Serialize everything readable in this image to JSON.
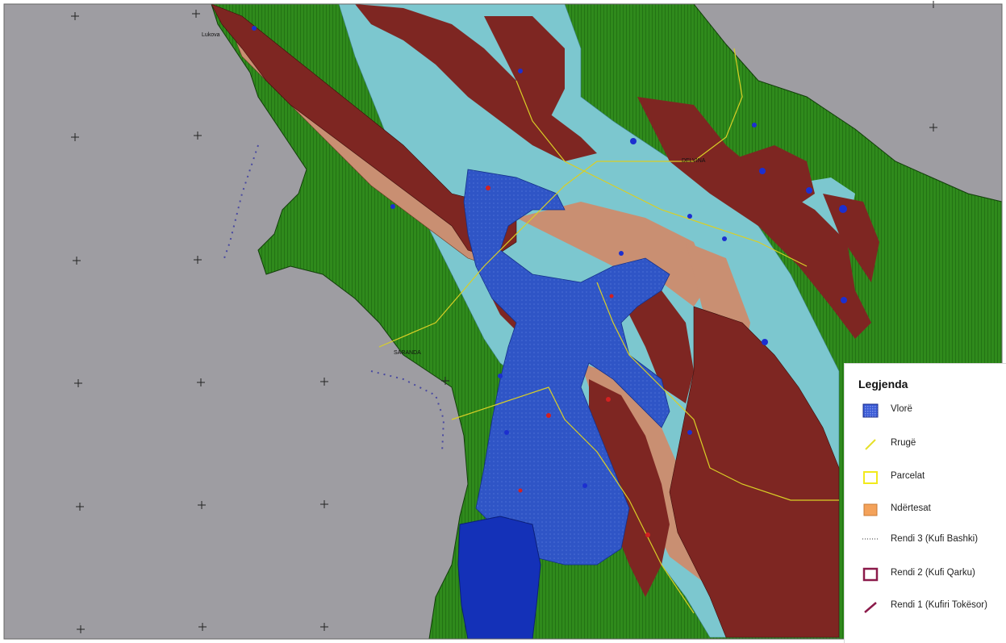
{
  "map": {
    "place_labels": {
      "lukova": "Lukova",
      "delvina": "DELVINA",
      "sarandë": "SARANDA"
    }
  },
  "legend": {
    "title": "Legjenda",
    "items": [
      {
        "id": "vlore",
        "label": "Vlorë",
        "color": "#3a5bd6",
        "icon": "hatched-blue-square"
      },
      {
        "id": "rruge",
        "label": "Rrugë",
        "color": "#e6e02a",
        "icon": "yellow-line"
      },
      {
        "id": "parcelat",
        "label": "Parcelat",
        "color": "#f2ea1c",
        "icon": "yellow-outline-square"
      },
      {
        "id": "ndertesat",
        "label": "Ndërtesat",
        "color": "#f4a25a",
        "icon": "orange-square"
      },
      {
        "id": "rendi3",
        "label": "Rendi 3 (Kufi Bashki)",
        "color": "#777777",
        "icon": "dotted-line"
      },
      {
        "id": "rendi2",
        "label": "Rendi 2 (Kufi Qarku)",
        "color": "#8b1a4a",
        "icon": "maroon-outline-square"
      },
      {
        "id": "rendi1",
        "label": "Rendi 1 (Kufiri Tokësor)",
        "color": "#8b1a4a",
        "icon": "maroon-line"
      }
    ]
  },
  "colors": {
    "sea": "#9e9da2",
    "forest": "#2f8a1c",
    "rock": "#7e2622",
    "sand": "#c98f72",
    "alluvium": "#7cc7cf",
    "lake": "#2f55c6",
    "deep_lake": "#1431b8"
  }
}
